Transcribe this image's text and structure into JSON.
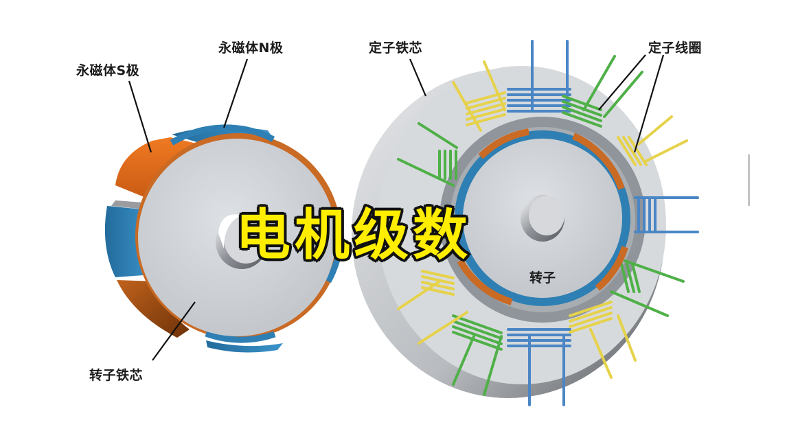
{
  "title": "电机级数",
  "labels": {
    "magnet_s_pole": "永磁体S极",
    "magnet_n_pole": "永磁体N极",
    "rotor_core": "转子铁芯",
    "stator_core": "定子铁芯",
    "stator_coil": "定子线圈",
    "rotor": "转子"
  },
  "colors": {
    "title_fill": "#ffee00",
    "title_stroke": "#111111",
    "magnet_n": "#2e7fb3",
    "magnet_s": "#e0701e",
    "core_gray": "#c9ccd1",
    "coil_blue": "#4a86c5",
    "coil_green": "#4fb048",
    "coil_yellow": "#e6d24a"
  }
}
